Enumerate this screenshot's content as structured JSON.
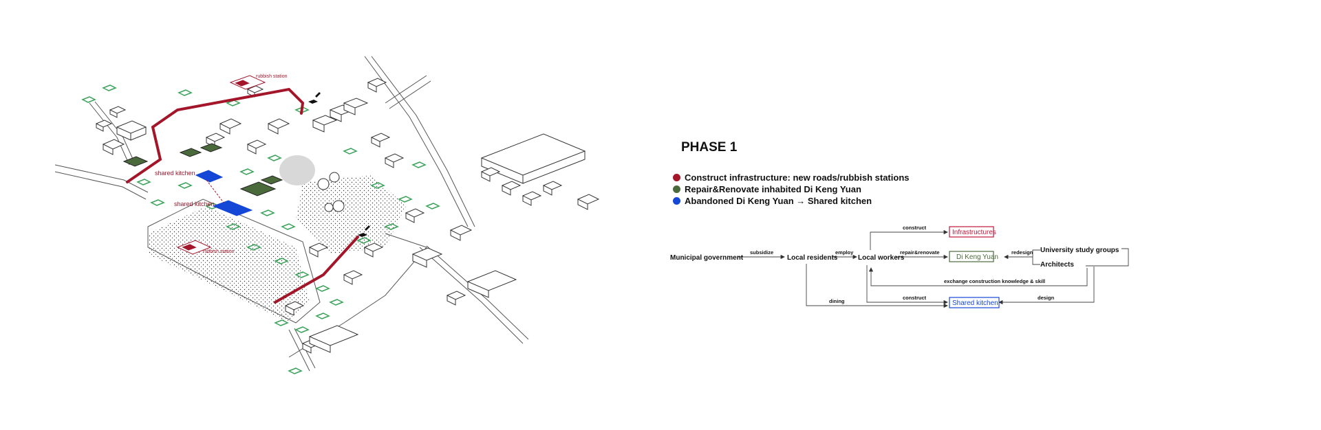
{
  "map": {
    "labels": {
      "rubbish_station_top": "rubbish station",
      "rubbish_station_bottom": "rubbish station",
      "shared_kitchen_1": "shared kitchen",
      "shared_kitchen_2": "shared kitchen"
    },
    "colors": {
      "road": "#a3162a",
      "renovate": "#4b6a3c",
      "kitchen": "#1447d6",
      "green_symbol": "#3aa35a",
      "gray": "#cfcfcf"
    }
  },
  "phase": {
    "title": "PHASE 1",
    "legend": [
      {
        "color": "#a3162a",
        "label": "Construct infrastructure: new roads/rubbish stations"
      },
      {
        "color": "#4b6a3c",
        "label": "Repair&Renovate inhabited Di Keng Yuan"
      },
      {
        "color": "#1447d6",
        "label": "Abandoned Di Keng Yuan → Shared kitchen"
      }
    ]
  },
  "flow": {
    "nodes": {
      "municipal": "Municipal government",
      "residents": "Local residents",
      "workers": "Local workers",
      "infra": "Infrastructures",
      "dikeng": "Di Keng Yuan",
      "kitchen": "Shared  kitchen",
      "university": "University study groups",
      "architects": "Architects"
    },
    "edges": {
      "subsidize": "subsidize",
      "employ": "employ",
      "construct_top": "construct",
      "repair": "repair&renovate",
      "redesign": "redesign",
      "exchange": "exchange construction knowledge & skill",
      "dining": "dining",
      "construct_bottom": "construct",
      "design": "design"
    },
    "colors": {
      "infra": "#c0163a",
      "dikeng": "#4b6a3c",
      "kitchen": "#1447d6"
    }
  }
}
